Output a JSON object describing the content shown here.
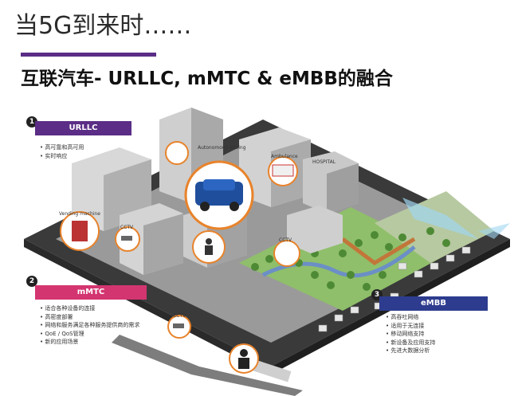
{
  "title": "当5G到来时……",
  "subtitle": "互联汽车- URLLC, mMTC & eMBB的融合",
  "sections": [
    {
      "number": "1",
      "tag": "URLLC",
      "features": [
        "高可靠和高可用",
        "实时响应"
      ]
    },
    {
      "number": "2",
      "tag": "mMTC",
      "features": [
        "适合各种设备的连接",
        "高密度部署",
        "网络和服务满足各种服务提供商的需求",
        "QoE / QoS管理",
        "新的应用场景"
      ]
    },
    {
      "number": "3",
      "tag": "eMBB",
      "features": [
        "高吞吐网络",
        "适用于无连接",
        "移动网络支持",
        "新设备及应用支持",
        "先进大数据分析"
      ]
    }
  ],
  "callouts": {
    "autonomous": "Autonomous driving",
    "ambulance": "Ambulance",
    "vending": "Vending machine",
    "cctv1": "CCTV",
    "cctv2": "CCTV",
    "cctv3": "CCTV",
    "hospital": "HOSPITAL"
  },
  "colors": {
    "urllc": "#5b2d86",
    "mmtc": "#d33570",
    "embb": "#2d3c8e",
    "callout_ring": "#e8832b"
  }
}
